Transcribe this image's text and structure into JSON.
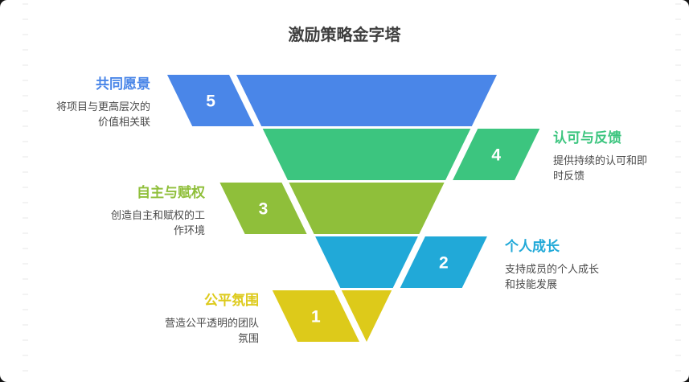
{
  "title": "激励策略金字塔",
  "number_color": "#ffffff",
  "background_color": "#ffffff",
  "levels": [
    {
      "num": "5",
      "name": "共同愿景",
      "desc": "将项目与更高层次的价值相关联",
      "color": "#4a86e8",
      "side": "left"
    },
    {
      "num": "4",
      "name": "认可与反馈",
      "desc": "提供持续的认可和即时反馈",
      "color": "#3cc57f",
      "side": "right"
    },
    {
      "num": "3",
      "name": "自主与赋权",
      "desc": "创造自主和赋权的工作环境",
      "color": "#8fbf3a",
      "side": "left"
    },
    {
      "num": "2",
      "name": "个人成长",
      "desc": "支持成员的个人成长和技能发展",
      "color": "#21a9d8",
      "side": "right"
    },
    {
      "num": "1",
      "name": "公平氛围",
      "desc": "营造公平透明的团队氛围",
      "color": "#ddca1a",
      "side": "left"
    }
  ]
}
